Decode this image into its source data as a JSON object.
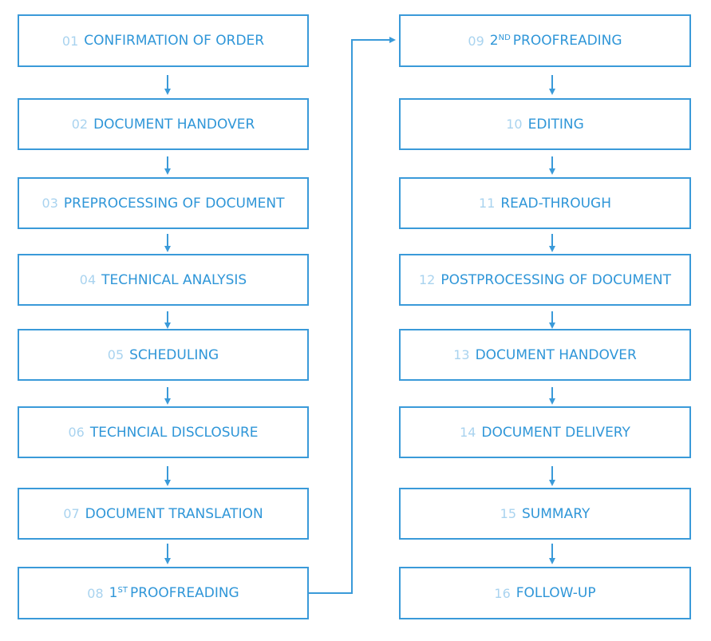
{
  "colors": {
    "accent": "#2f96d8",
    "border": "#3a9ad9",
    "number": "#a9d3ef",
    "background": "#ffffff"
  },
  "steps": [
    {
      "num": "01",
      "label": "CONFIRMATION OF ORDER"
    },
    {
      "num": "02",
      "label": "DOCUMENT HANDOVER"
    },
    {
      "num": "03",
      "label": "PREPROCESSING OF DOCUMENT"
    },
    {
      "num": "04",
      "label": "TECHNICAL ANALYSIS"
    },
    {
      "num": "05",
      "label": "SCHEDULING"
    },
    {
      "num": "06",
      "label": "TECHNCIAL DISCLOSURE"
    },
    {
      "num": "07",
      "label": "DOCUMENT TRANSLATION"
    },
    {
      "num": "08",
      "prefix": "1",
      "sup": "ST",
      "label": "PROOFREADING"
    },
    {
      "num": "09",
      "prefix": "2",
      "sup": "ND",
      "label": "PROOFREADING"
    },
    {
      "num": "10",
      "label": "EDITING"
    },
    {
      "num": "11",
      "label": "READ-THROUGH"
    },
    {
      "num": "12",
      "label": "POSTPROCESSING OF DOCUMENT"
    },
    {
      "num": "13",
      "label": "DOCUMENT HANDOVER"
    },
    {
      "num": "14",
      "label": "DOCUMENT DELIVERY"
    },
    {
      "num": "15",
      "label": "SUMMARY"
    },
    {
      "num": "16",
      "label": "FOLLOW-UP"
    }
  ]
}
